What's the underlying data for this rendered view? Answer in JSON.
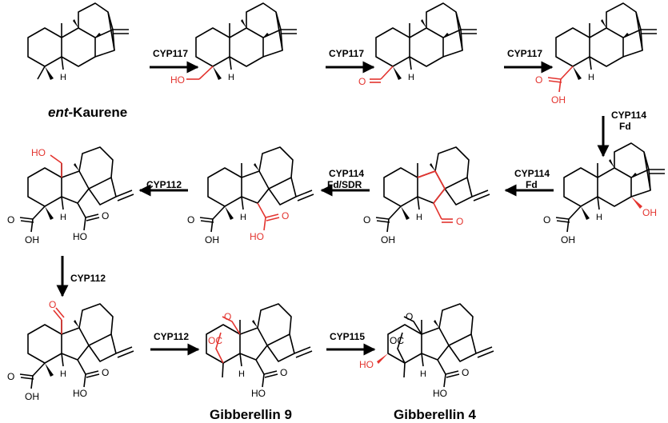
{
  "colors": {
    "bond": "#000000",
    "highlight": "#e3342f"
  },
  "molecules": [
    {
      "id": "ent-kaurene",
      "name_prefix": "ent",
      "name_suffix": "-Kaurene"
    },
    {
      "id": "ent-kaurenol"
    },
    {
      "id": "ent-kaurenal"
    },
    {
      "id": "ent-kaurenoic-acid"
    },
    {
      "id": "ent-7a-hydroxykaurenoic-acid"
    },
    {
      "id": "ga12-aldehyde"
    },
    {
      "id": "ga12"
    },
    {
      "id": "ga15"
    },
    {
      "id": "ga24"
    },
    {
      "id": "ga9",
      "name": "Gibberellin 9"
    },
    {
      "id": "ga4",
      "name": "Gibberellin 4"
    }
  ],
  "steps": [
    {
      "enzyme": "CYP117",
      "cofactor": ""
    },
    {
      "enzyme": "CYP117",
      "cofactor": ""
    },
    {
      "enzyme": "CYP117",
      "cofactor": ""
    },
    {
      "enzyme": "CYP114",
      "cofactor": "Fd"
    },
    {
      "enzyme": "CYP114",
      "cofactor": "Fd"
    },
    {
      "enzyme": "CYP114",
      "cofactor": "Fd/SDR"
    },
    {
      "enzyme": "CYP112",
      "cofactor": ""
    },
    {
      "enzyme": "CYP112",
      "cofactor": ""
    },
    {
      "enzyme": "CYP112",
      "cofactor": ""
    },
    {
      "enzyme": "CYP115",
      "cofactor": ""
    }
  ]
}
